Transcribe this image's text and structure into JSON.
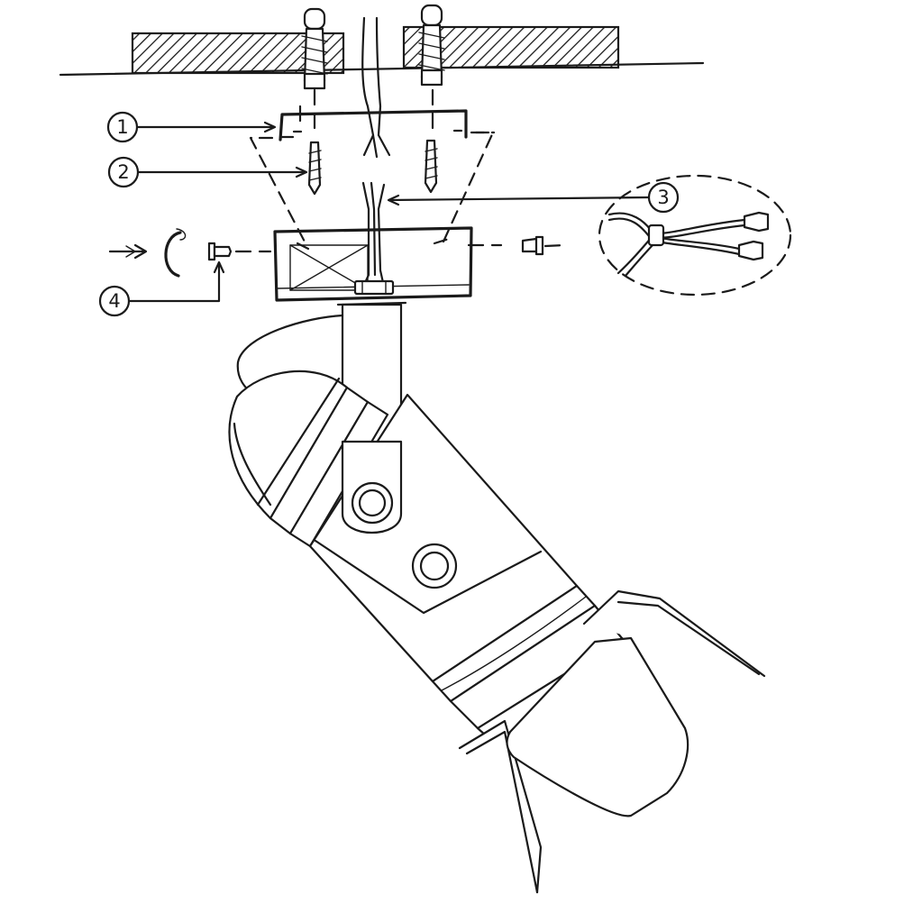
{
  "callouts": [
    {
      "number": "1",
      "part": "mounting-bracket"
    },
    {
      "number": "2",
      "part": "screws"
    },
    {
      "number": "3",
      "part": "wire-connections"
    },
    {
      "number": "4",
      "part": "canopy-screw"
    }
  ],
  "colors": {
    "line": "#1a1a1a",
    "background": "#ffffff"
  }
}
